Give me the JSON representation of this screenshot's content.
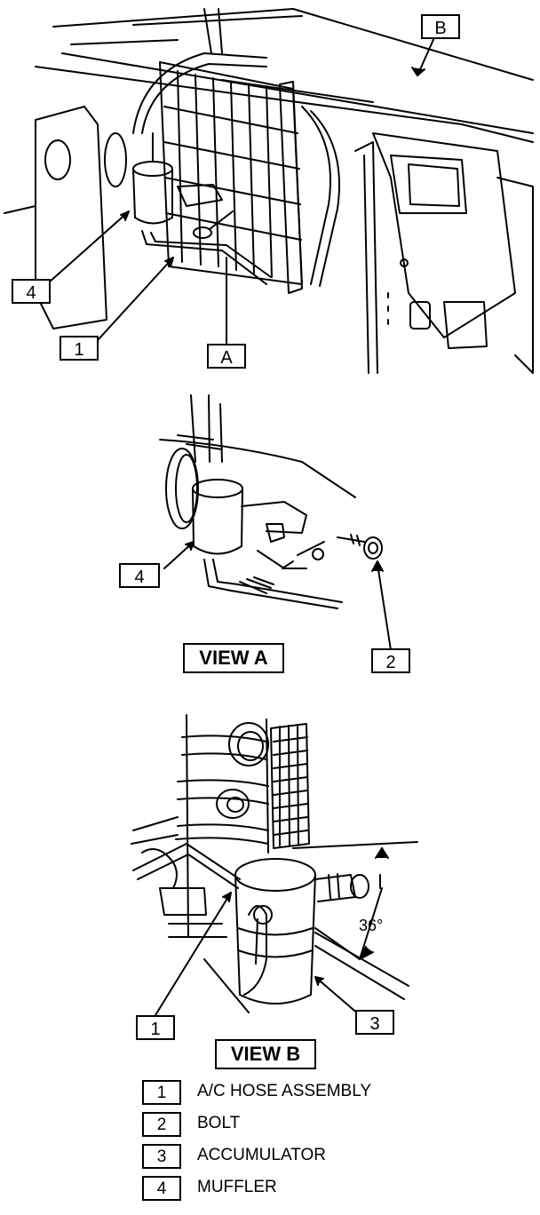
{
  "callouts": {
    "top_b": "B",
    "top_4": "4",
    "top_1": "1",
    "top_a": "A",
    "viewa_4": "4",
    "viewa_2": "2",
    "viewb_1": "1",
    "viewb_3": "3"
  },
  "views": {
    "view_a": "VIEW A",
    "view_b": "VIEW B"
  },
  "angle": "36°",
  "legend": [
    {
      "num": "1",
      "label": "A/C HOSE ASSEMBLY"
    },
    {
      "num": "2",
      "label": "BOLT"
    },
    {
      "num": "3",
      "label": "ACCUMULATOR"
    },
    {
      "num": "4",
      "label": "MUFFLER"
    }
  ]
}
